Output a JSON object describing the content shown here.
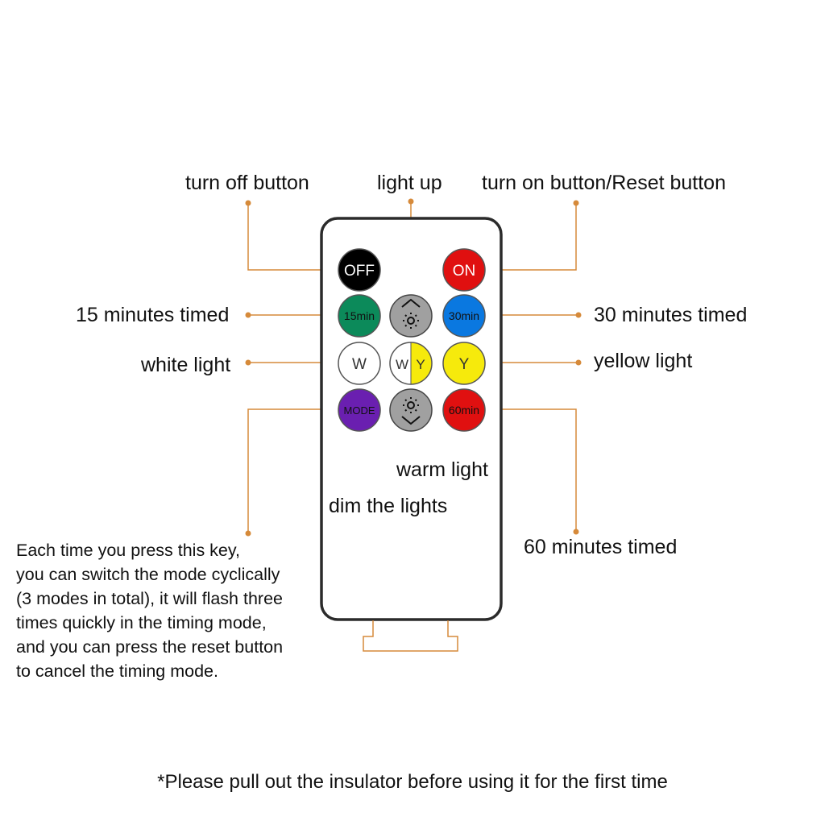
{
  "labels": {
    "turn_off": "turn off button",
    "light_up": "light up",
    "turn_on": "turn on button/Reset button",
    "min15": "15 minutes timed",
    "min30": "30 minutes timed",
    "white": "white light",
    "yellow": "yellow light",
    "warm": "warm light",
    "dim": "dim the lights",
    "min60": "60 minutes timed"
  },
  "mode_description": [
    "Each time you press this key,",
    "you can switch the mode cyclically",
    "(3 modes in total), it will flash three",
    "times quickly in the timing mode,",
    "and you can press the reset button",
    "to cancel the timing mode."
  ],
  "note": "*Please pull out the insulator before using it for the first time",
  "buttons": {
    "off": "OFF",
    "on": "ON",
    "min15": "15min",
    "min30": "30min",
    "w": "W",
    "wy_w": "W",
    "wy_y": "Y",
    "y": "Y",
    "mode": "MODE",
    "min60": "60min"
  },
  "colors": {
    "leader": "#d68a3a",
    "off": "#000000",
    "on": "#e01010",
    "min15": "#0c8a5a",
    "min30": "#0a78e0",
    "white": "#ffffff",
    "yellow": "#f6ea0c",
    "mode": "#6a1fb0",
    "min60": "#e01010",
    "gray": "#a0a0a0"
  },
  "icons": [
    "brightness-up-icon",
    "brightness-down-icon"
  ]
}
